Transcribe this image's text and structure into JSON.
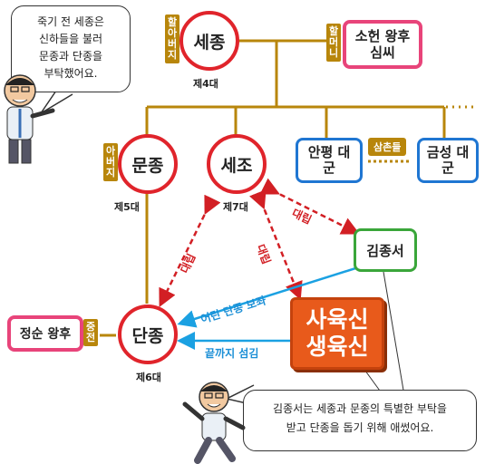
{
  "speech_top": [
    "죽기 전 세종은",
    "신하들을 불러",
    "문종과 단종을",
    "부탁했어요."
  ],
  "speech_bottom": [
    "김종서는 세종과 문종의 특별한 부탁을",
    "받고 단종을 돕기 위해 애썼어요."
  ],
  "sejong": {
    "name": "세종",
    "tag": "할아버지",
    "caption": "제4대"
  },
  "queen_soheon": {
    "tag": "할머니",
    "name_line1": "소헌 왕후",
    "name_line2": "심씨"
  },
  "munjong": {
    "name": "문종",
    "tag": "아버지",
    "caption": "제5대"
  },
  "sejo": {
    "name": "세조",
    "caption": "제7대"
  },
  "anpyeong": {
    "label": "안평 대군"
  },
  "geumseong": {
    "label": "금성 대군"
  },
  "uncles_label": "삼촌들",
  "danjong": {
    "name": "단종",
    "caption": "제6대"
  },
  "queen_jeongsun": {
    "name": "정순 왕후",
    "tag": "중전"
  },
  "kim_jongseo": {
    "name": "김종서"
  },
  "sayuksin": {
    "line1": "사육신",
    "line2": "생육신"
  },
  "relation_labels": {
    "conflict": "대립",
    "protect_young": "어린 단종 보좌",
    "loyal_to_end": "끝까지 섬김"
  },
  "colors": {
    "line": "#b8860b",
    "red": "#e0242b",
    "blue": "#1f76d2",
    "pink": "#e8447a",
    "green": "#3aa63a",
    "orange": "#e85a1b",
    "arrow_blue": "#1ba1e2"
  }
}
